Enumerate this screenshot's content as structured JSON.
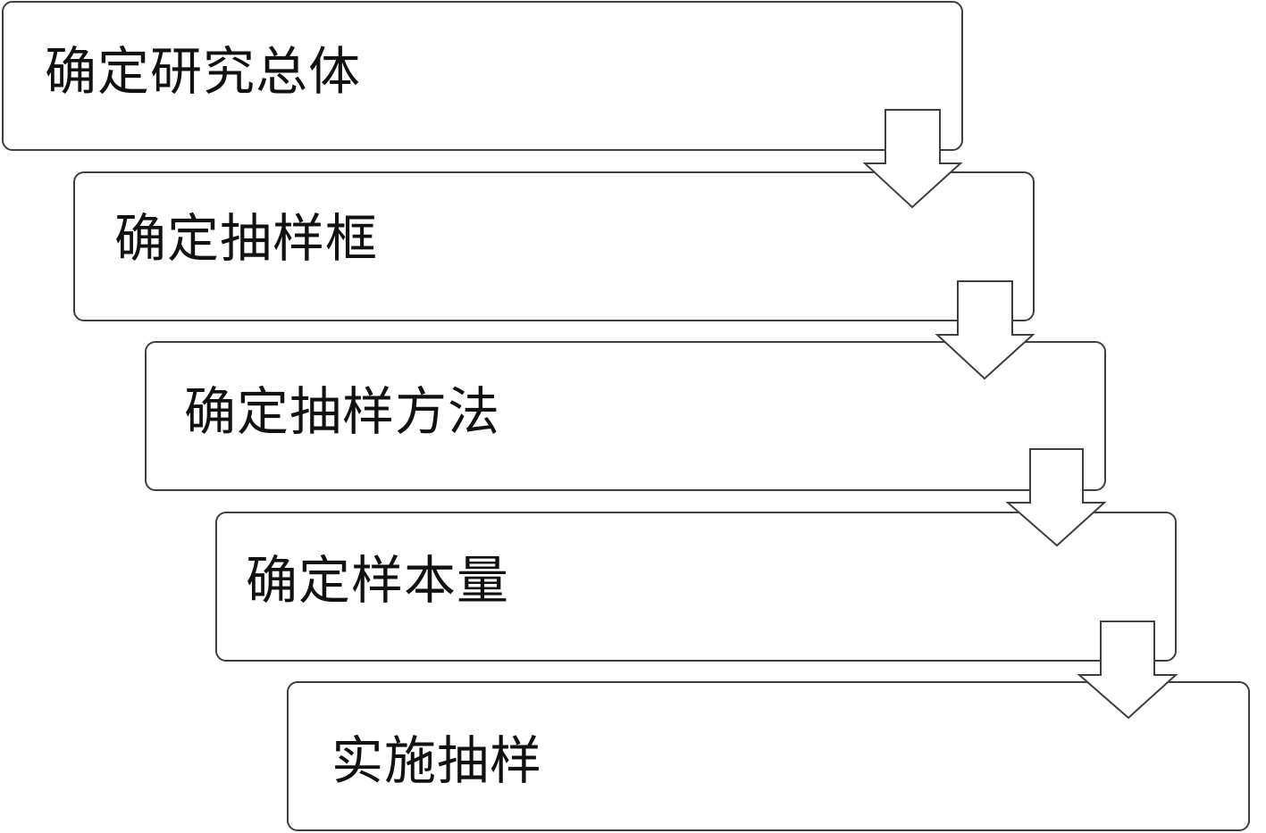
{
  "steps": [
    {
      "label": "确定研究总体"
    },
    {
      "label": "确定抽样框"
    },
    {
      "label": "确定抽样方法"
    },
    {
      "label": "确定样本量"
    },
    {
      "label": "实施抽样"
    }
  ],
  "colors": {
    "stroke": "#3f3f3f",
    "fill": "#ffffff",
    "text": "#111111"
  }
}
